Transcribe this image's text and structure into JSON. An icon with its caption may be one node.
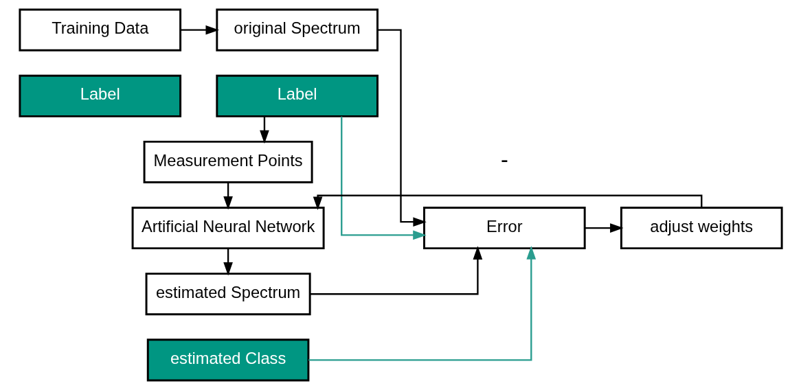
{
  "diagram": {
    "nodes": [
      {
        "text": [
          "Training Data"
        ]
      },
      {
        "text": [
          "Label"
        ]
      },
      {
        "text": [
          "original Spectrum"
        ]
      },
      {
        "text": [
          "Label"
        ]
      },
      {
        "text": [
          "Measurement Points"
        ]
      },
      {
        "text": [
          "Artificial Neural Network"
        ]
      },
      {
        "text": [
          "adjust weights"
        ]
      },
      {
        "text": [
          "Error"
        ]
      },
      {
        "text": [
          "estimated Spectrum"
        ]
      },
      {
        "text": [
          "estimated Class"
        ]
      }
    ],
    "edges": [
      {
        "from": 0,
        "to": 2,
        "arrow": "to"
      },
      {
        "from": 3,
        "to": 4,
        "arrow": "to"
      },
      {
        "from": 4,
        "to": 5,
        "arrow": "to"
      },
      {
        "from": 5,
        "to": 8,
        "arrow": "to"
      },
      {
        "from": 7,
        "to": 6,
        "arrow": "to"
      },
      {
        "from": 6,
        "to": 5,
        "arrow": "to"
      },
      {
        "from": 2,
        "to": 7,
        "arrow": "to"
      },
      {
        "from": 3,
        "to": 7,
        "arrow": "to",
        "color": "#2a9d8f"
      },
      {
        "from": 8,
        "to": 7,
        "arrow": "to"
      },
      {
        "from": 9,
        "to": 7,
        "arrow": "to",
        "color": "#2a9d8f"
      }
    ],
    "labels": [
      "-"
    ]
  }
}
